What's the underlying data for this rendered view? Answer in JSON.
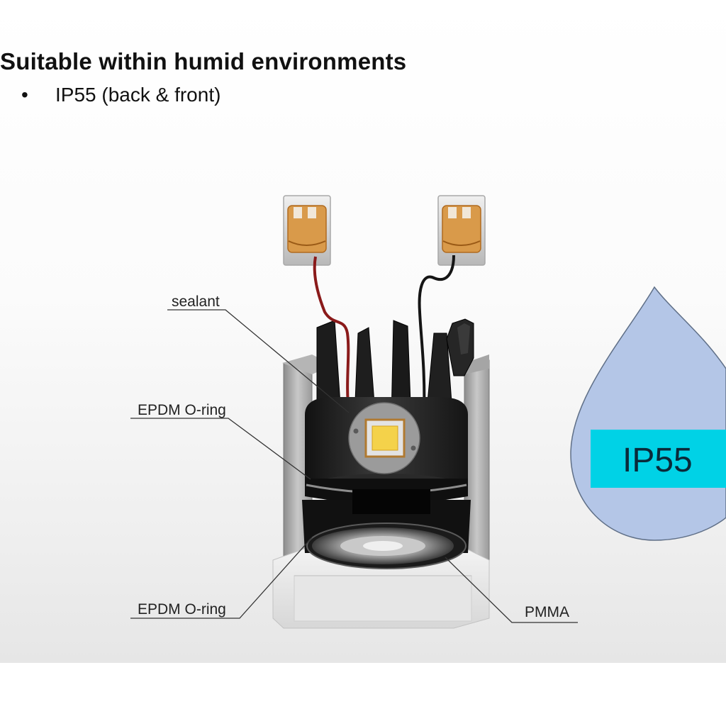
{
  "header": {
    "title": "Suitable within humid environments",
    "bullet_symbol": "•",
    "bullet_text": "IP55 (back & front)"
  },
  "callouts": {
    "sealant": "sealant",
    "epdm_top": "EPDM O-ring",
    "epdm_bottom": "EPDM O-ring",
    "pmma": "PMMA"
  },
  "badge": {
    "label": "IP55",
    "drop_color": "#b4c6e7",
    "label_bg": "#00d2e6"
  },
  "colors": {
    "wire_red": "#8a1a1a",
    "wire_black": "#1a1a1a",
    "connector_pad": "#d99a4a",
    "housing": "#222222",
    "frame": "#9a9a9a",
    "led_chip": "#f4d24a"
  }
}
